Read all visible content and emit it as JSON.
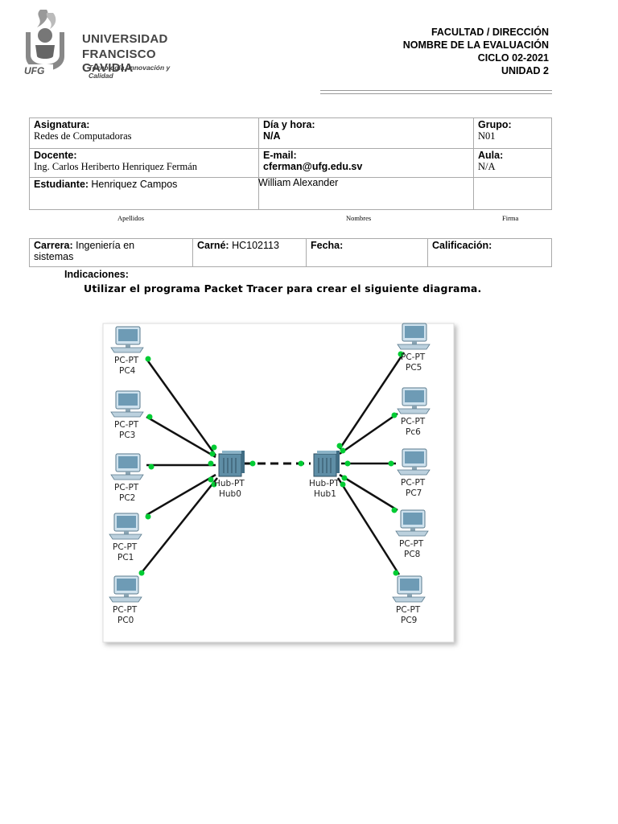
{
  "header": {
    "university_line1": "UNIVERSIDAD",
    "university_line2": "FRANCISCO GAVIDIA",
    "tagline": "Tecnología, Innovación y Calidad",
    "logo_text": "UFG",
    "faculty": "FACULTAD / DIRECCIÓN",
    "evaluation": "NOMBRE DE LA EVALUACIÓN",
    "cycle": "CICLO 02-2021",
    "unit": "UNIDAD 2"
  },
  "info": {
    "subject_label": "Asignatura:",
    "subject_value": "Redes de Computadoras",
    "datetime_label": "Día y hora:",
    "datetime_value": "N/A",
    "group_label": "Grupo:",
    "group_value": "N01",
    "teacher_label": "Docente:",
    "teacher_value": "Ing. Carlos Heriberto Henriquez Fermán",
    "email_label": "E-mail:",
    "email_value": "cferman@ufg.edu.sv",
    "room_label": "Aula:",
    "room_value": "N/A",
    "student_label": "Estudiante:",
    "student_lastnames": "Henriquez Campos",
    "student_names": "William Alexander",
    "sig_lastnames": "Apellidos",
    "sig_names": "Nombres",
    "sig_signature": "Firma"
  },
  "career": {
    "career_label": "Carrera:",
    "career_value_1": "Ingeniería en",
    "career_value_2": "sistemas",
    "id_label": "Carné:",
    "id_value": "HC102113",
    "date_label": "Fecha:",
    "grade_label": "Calificación:"
  },
  "instructions": {
    "label": "Indicaciones:",
    "text": "Utilizar el programa Packet Tracer para crear el siguiente diagrama."
  },
  "diagram": {
    "device_type": "PC-PT",
    "hub_type": "Hub-PT",
    "hubs": [
      "Hub0",
      "Hub1"
    ],
    "left_pcs": [
      "PC4",
      "PC3",
      "PC2",
      "PC1",
      "PC0"
    ],
    "right_pcs": [
      "PC5",
      "Pc6",
      "PC7",
      "PC8",
      "PC9"
    ],
    "link_color": "#00cc33"
  }
}
